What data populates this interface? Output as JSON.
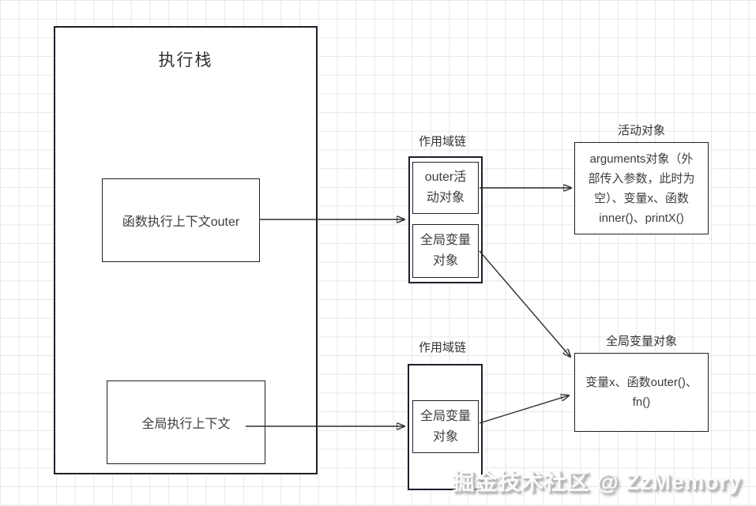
{
  "execution_stack": {
    "title": "执行栈",
    "frames": [
      {
        "label": "函数执行上下文outer"
      },
      {
        "label": "全局执行上下文"
      }
    ]
  },
  "scope_chain_outer": {
    "label": "作用域链",
    "items": [
      {
        "line1": "outer活",
        "line2": "动对象"
      },
      {
        "line1": "全局变量",
        "line2": "对象"
      }
    ]
  },
  "scope_chain_global": {
    "label": "作用域链",
    "items": [
      {
        "line1": "全局变量",
        "line2": "对象"
      }
    ]
  },
  "activation_object": {
    "label": "活动对象",
    "lines": [
      "arguments对象（外",
      "部传入参数，此时为",
      "空）、变量x、函数",
      "inner()、printX()"
    ]
  },
  "global_variable_object": {
    "label": "全局变量对象",
    "lines": [
      "变量x、函数outer()、",
      "fn()"
    ]
  },
  "watermark": "掘金技术社区 @ ZzMemory",
  "colors": {
    "box_border": "#1d2029",
    "connector": "#2e2e2e",
    "grid_line": "#e7e7e7",
    "text": "#3d3d3d",
    "watermark_fill": "#fbfbfb",
    "watermark_shadow": "#8f8f8f"
  }
}
